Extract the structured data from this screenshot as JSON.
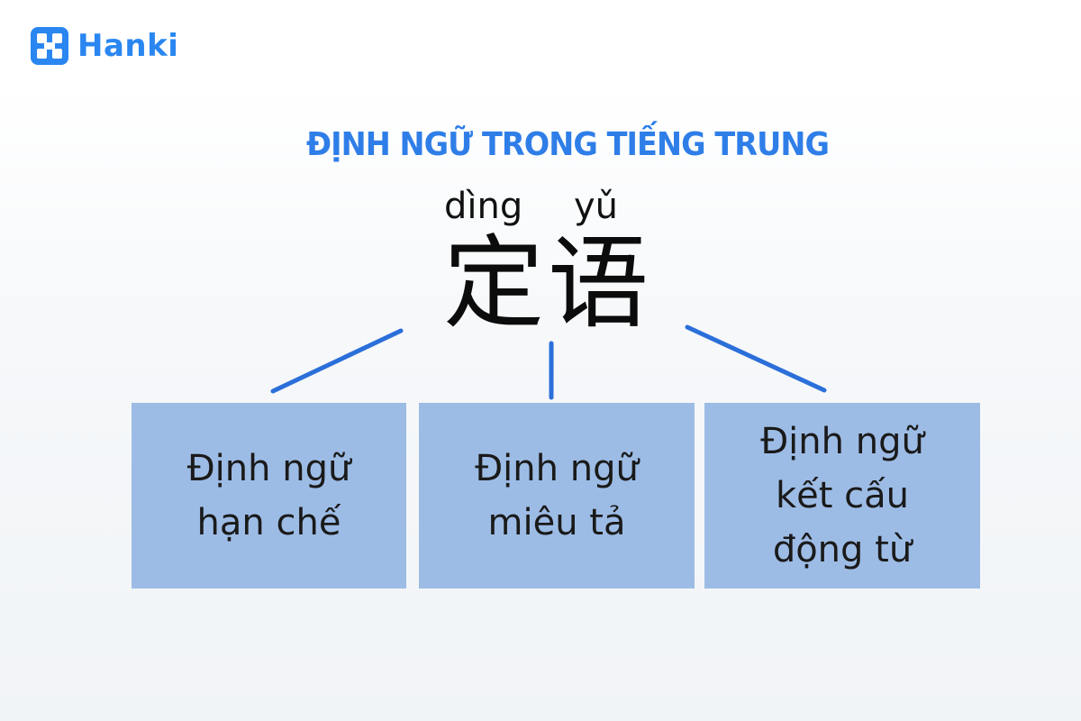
{
  "brand": {
    "name": "Hanki",
    "color": "#2a86f0"
  },
  "diagram": {
    "title": "ĐỊNH NGỮ TRONG TIẾNG TRUNG",
    "pinyin": [
      "dìng",
      "yǔ"
    ],
    "hanzi": "定语",
    "connector_color": "#2b6fd9",
    "box_color": "#9dbce5",
    "boxes": [
      {
        "label": "Định ngữ\nhạn chế"
      },
      {
        "label": "Định ngữ\nmiêu tả"
      },
      {
        "label": "Định ngữ\nkết cấu\nđộng từ"
      }
    ]
  }
}
